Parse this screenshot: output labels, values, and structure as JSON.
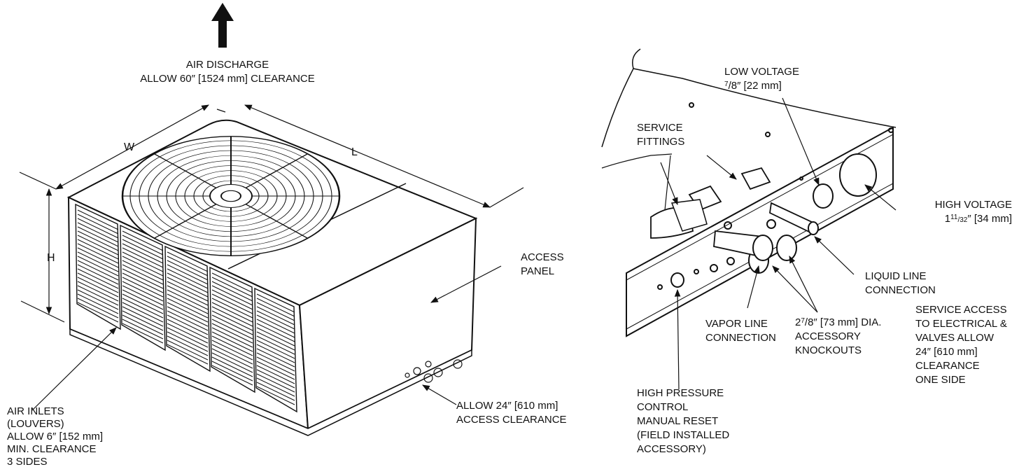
{
  "colors": {
    "ink": "#111111",
    "paper": "#ffffff",
    "shade": "#d9d9d9"
  },
  "dimensions": {
    "width": "W",
    "length": "L",
    "height": "H"
  },
  "unit_labels": {
    "air_discharge": [
      "AIR DISCHARGE",
      "ALLOW 60″ [1524 mm] CLEARANCE"
    ],
    "access_panel": [
      "ACCESS",
      "PANEL"
    ],
    "access_clearance": [
      "ALLOW 24″ [610 mm]",
      "ACCESS CLEARANCE"
    ],
    "air_inlets": [
      "AIR INLETS",
      "(LOUVERS)",
      "ALLOW 6″ [152 mm]",
      "MIN. CLEARANCE",
      "3 SIDES"
    ]
  },
  "detail_labels": {
    "low_voltage": {
      "line1": "LOW VOLTAGE",
      "num": "7",
      "den": "/8",
      "rest": "″ [22 mm]"
    },
    "service_fittings": [
      "SERVICE",
      "FITTINGS"
    ],
    "high_voltage": {
      "line1": "HIGH VOLTAGE",
      "whole": "1",
      "num": "11",
      "den": "/32",
      "rest": "″ [34 mm]"
    },
    "liquid_line": [
      "LIQUID LINE",
      "CONNECTION"
    ],
    "service_access": [
      "SERVICE ACCESS",
      "TO ELECTRICAL &",
      "VALVES ALLOW",
      "24″ [610 mm]",
      "CLEARANCE",
      "ONE SIDE"
    ],
    "vapor_line": [
      "VAPOR LINE",
      "CONNECTION"
    ],
    "knockouts": {
      "whole": "2",
      "num": "7",
      "den": "/8",
      "rest": "″ [73 mm] DIA.",
      "line2": "ACCESSORY",
      "line3": "KNOCKOUTS"
    },
    "high_pressure": [
      "HIGH PRESSURE",
      "CONTROL",
      "MANUAL RESET",
      "(FIELD INSTALLED",
      "ACCESSORY)"
    ]
  }
}
